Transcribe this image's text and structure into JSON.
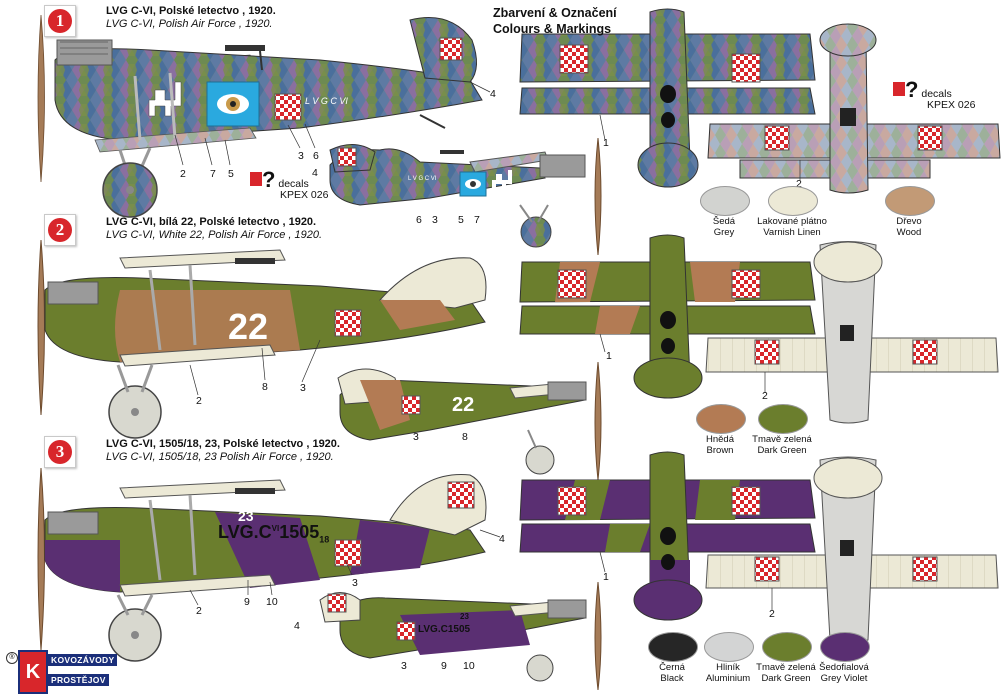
{
  "header": {
    "title_cz": "Zbarvení & Označení",
    "title_en": "Colours & Markings"
  },
  "schemes": [
    {
      "number": "1",
      "caption_cz": "LVG C-VI, Polské letectvo , 1920.",
      "caption_en": "LVG C-VI, Polish Air Force , 1920."
    },
    {
      "number": "2",
      "caption_cz": "LVG C-VI, bílá 22, Polské letectvo , 1920.",
      "caption_en": "LVG C-VI,  White 22, Polish Air Force , 1920."
    },
    {
      "number": "3",
      "caption_cz": "LVG C-VI, 1505/18, 23, Polské letectvo , 1920.",
      "caption_en": "LVG C-VI, 1505/18, 23 Polish Air Force , 1920."
    }
  ],
  "decals_note": {
    "mark": "?",
    "line1": "decals",
    "line2": "KPEX 026"
  },
  "fuselage_text": {
    "lvg_small": "L V G  C VI",
    "number_22": "22",
    "number_23": "23",
    "serial": "LVG.C",
    "serial_vi": "VI",
    "serial_num": "1505",
    "serial_18": "18"
  },
  "callouts": {
    "s1_main": [
      "2",
      "7",
      "5",
      "3",
      "6",
      "4"
    ],
    "s1_small": [
      "4",
      "6",
      "3",
      "5",
      "7"
    ],
    "s1_plan": [
      "1",
      "2"
    ],
    "s2_main": [
      "2",
      "8",
      "3"
    ],
    "s2_small": [
      "3",
      "8"
    ],
    "s2_plan": [
      "1",
      "2"
    ],
    "s3_main": [
      "2",
      "9",
      "10",
      "3",
      "4"
    ],
    "s3_small": [
      "4",
      "3",
      "9",
      "10"
    ],
    "s3_plan": [
      "1",
      "2"
    ]
  },
  "palettes": [
    [
      {
        "cz": "Šedá",
        "en": "Grey",
        "color": "#d2d3d0"
      },
      {
        "cz": "Lakované plátno",
        "en": "Varnish Linen",
        "color": "#ece9d6"
      },
      {
        "cz": "Dřevo",
        "en": "Wood",
        "color": "#c29a76"
      }
    ],
    [
      {
        "cz": "Hnědá",
        "en": "Brown",
        "color": "#b37b54"
      },
      {
        "cz": "Tmavě zelená",
        "en": "Dark Green",
        "color": "#6b7e2d"
      }
    ],
    [
      {
        "cz": "Černá",
        "en": "Black",
        "color": "#262626"
      },
      {
        "cz": "Hliník",
        "en": "Aluminium",
        "color": "#d3d4d4"
      },
      {
        "cz": "Tmavě zelená",
        "en": "Dark Green",
        "color": "#6b7e2d"
      },
      {
        "cz": "Šedofialová",
        "en": "Grey Violet",
        "color": "#5a2f72"
      }
    ]
  ],
  "logo": {
    "letter": "K",
    "line1": "KOVOZÁVODY",
    "line2": "PROSTĚJOV",
    "reg": "®"
  },
  "colors": {
    "red": "#d8262b",
    "green": "#6b7e2d",
    "brown": "#b37b54",
    "violet": "#5a2f72",
    "linen": "#ece9d6",
    "wood": "#a57b57",
    "grey": "#bfc0bd",
    "lozenge_blue": "#4a6f9c",
    "lozenge_green": "#5c8a4f"
  }
}
